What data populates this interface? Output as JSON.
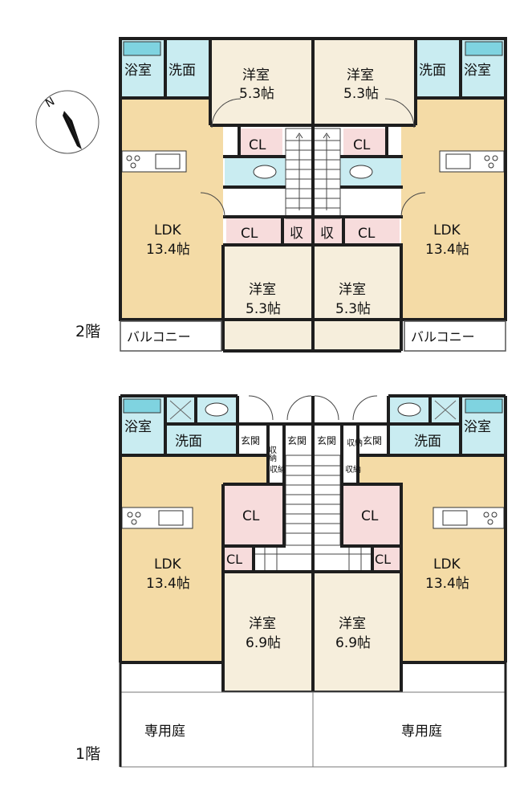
{
  "floors": {
    "upper": "2階",
    "lower": "1階"
  },
  "compass": {
    "north_letter": "N"
  },
  "rooms": {
    "bath": "浴室",
    "wash": "洗面",
    "western": "洋室",
    "ldk": "LDK",
    "closet": "CL",
    "storage": "収",
    "storage_short": "収納",
    "entrance": "玄関",
    "balcony": "バルコニー",
    "garden": "専用庭"
  },
  "sizes": {
    "western_upper": "5.3帖",
    "western_lower": "6.9帖",
    "ldk": "13.4帖"
  },
  "colors": {
    "ldk": "#f4dba6",
    "western": "#f6eedc",
    "closet": "#f7dcdc",
    "wet": "#c9ecf1",
    "wall": "#1e1e1e"
  }
}
